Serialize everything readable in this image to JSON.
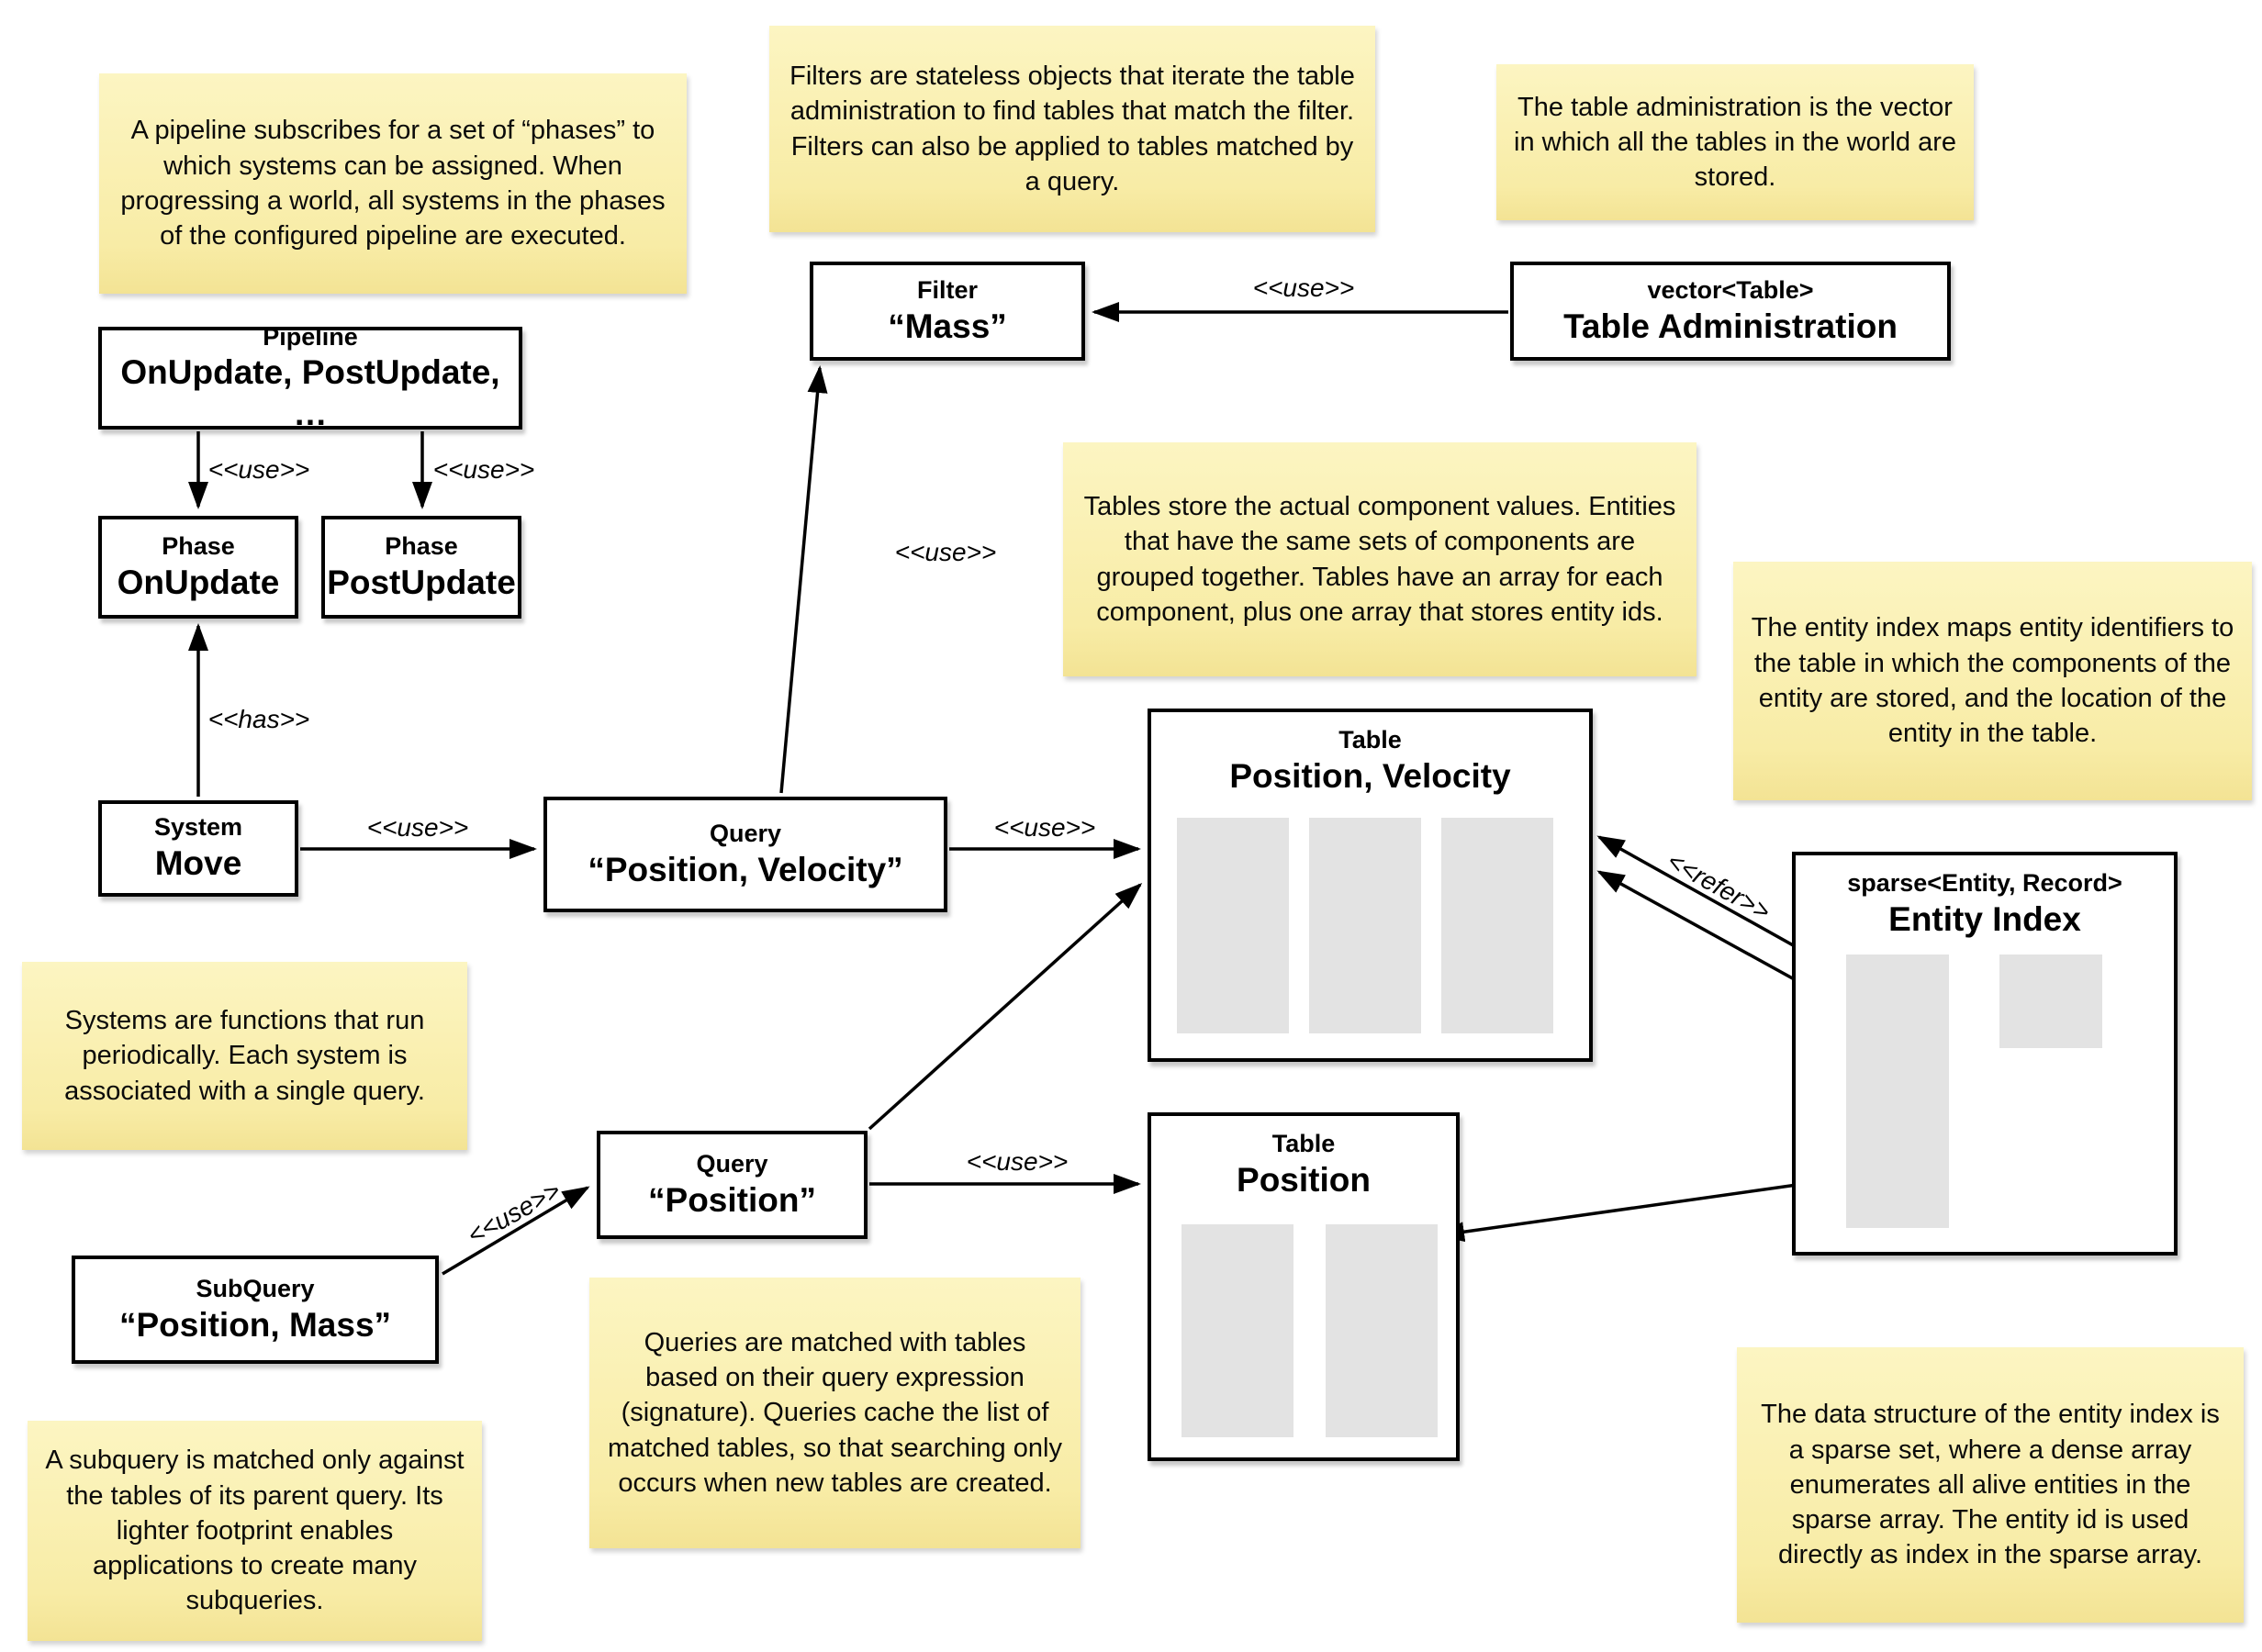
{
  "notes": {
    "pipeline": "A pipeline subscribes for a set of “phases” to which systems can be assigned. When progressing a world, all systems in the phases of the configured pipeline are executed.",
    "filters": "Filters are stateless objects that iterate the table administration to find tables that match the filter. Filters can also be applied to tables matched by a query.",
    "table_admin": "The table administration is the vector in which all the tables in the world are stored.",
    "tables": "Tables store the actual component values. Entities that have the same sets of components are grouped together. Tables have an array for each component, plus one array that stores entity ids.",
    "entity_index": "The entity index maps entity identifiers to the table in which the components of the entity are stored, and the location of the entity in the table.",
    "systems": "Systems are functions that run periodically. Each system is associated with a single query.",
    "queries": "Queries are matched with tables based on their query expression (signature). Queries cache the list of matched tables, so that searching only occurs when new tables are created.",
    "subquery": "A subquery is matched only against the tables of its parent query. Its lighter footprint enables applications to create many subqueries.",
    "sparse_set": "The data structure of the entity index is a sparse set, where a dense array enumerates all alive entities in the sparse array. The entity id is used directly as index in the sparse array."
  },
  "boxes": {
    "pipeline": {
      "stereotype": "Pipeline",
      "name": "OnUpdate, PostUpdate, …"
    },
    "phase_onupdate": {
      "stereotype": "Phase",
      "name": "OnUpdate"
    },
    "phase_postupdate": {
      "stereotype": "Phase",
      "name": "PostUpdate"
    },
    "system_move": {
      "stereotype": "System",
      "name": "Move"
    },
    "filter_mass": {
      "stereotype": "Filter",
      "name": "“Mass”"
    },
    "table_administration": {
      "stereotype": "vector<Table>",
      "name": "Table Administration"
    },
    "query_position_velocity": {
      "stereotype": "Query",
      "name": "“Position, Velocity”"
    },
    "query_position": {
      "stereotype": "Query",
      "name": "“Position”"
    },
    "subquery_position_mass": {
      "stereotype": "SubQuery",
      "name": "“Position, Mass”"
    },
    "table_position_velocity": {
      "stereotype": "Table",
      "name": "Position, Velocity"
    },
    "table_position": {
      "stereotype": "Table",
      "name": "Position"
    },
    "entity_index": {
      "stereotype": "sparse<Entity, Record>",
      "name": "Entity Index"
    }
  },
  "labels": {
    "use": "<<use>>",
    "has": "<<has>>",
    "refer": "<<refer>>"
  },
  "colors": {
    "note_background": "#F8ECA6",
    "box_border": "#000000",
    "array_fill": "#E3E3E3",
    "background": "#FFFFFF"
  }
}
